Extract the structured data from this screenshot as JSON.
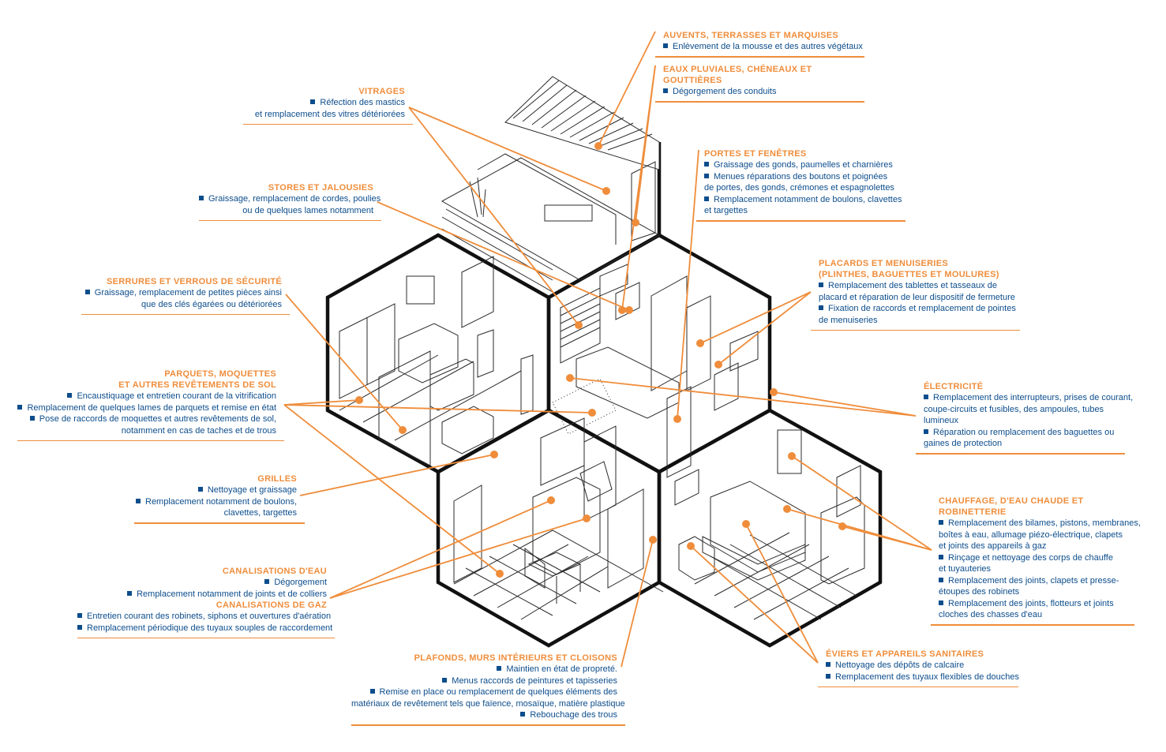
{
  "colors": {
    "accent": "#ef8d3b",
    "text": "#0c4d8c",
    "outline": "#111111",
    "line": "#2b2b2b"
  },
  "callouts": [
    {
      "id": "auvents",
      "title": "AUVENTS, TERRASSES ET MARQUISES",
      "lines": [
        {
          "t": "Enlèvement de la mousse et des autres végétaux",
          "b": true
        }
      ]
    },
    {
      "id": "eaux",
      "title": "EAUX PLUVIALES, CHÉNEAUX ET GOUTTIÈRES",
      "lines": [
        {
          "t": "Dégorgement des conduits",
          "b": true
        }
      ]
    },
    {
      "id": "vitrages",
      "title": "VITRAGES",
      "lines": [
        {
          "t": "Réfection des mastics",
          "b": true
        },
        {
          "t": "et remplacement des vitres détériorées",
          "b": false
        }
      ]
    },
    {
      "id": "portes",
      "title": "PORTES ET FENÊTRES",
      "lines": [
        {
          "t": "Graissage des gonds, paumelles et charnières",
          "b": true
        },
        {
          "t": "Menues réparations des boutons et poignées",
          "b": true
        },
        {
          "t": "de portes, des gonds, crémones et espagnolettes",
          "b": false
        },
        {
          "t": "Remplacement notamment de boulons, clavettes",
          "b": true
        },
        {
          "t": "et targettes",
          "b": false
        }
      ]
    },
    {
      "id": "stores",
      "title": "STORES ET JALOUSIES",
      "lines": [
        {
          "t": "Graissage, remplacement de cordes, poulies",
          "b": true
        },
        {
          "t": "ou de quelques lames notamment",
          "b": false
        }
      ]
    },
    {
      "id": "placards",
      "title": "PLACARDS ET MENUISERIES",
      "title2": "(PLINTHES, BAGUETTES ET MOULURES)",
      "lines": [
        {
          "t": "Remplacement des tablettes et tasseaux de",
          "b": true
        },
        {
          "t": "placard et réparation de leur dispositif de fermeture",
          "b": false
        },
        {
          "t": "Fixation de raccords et remplacement de pointes",
          "b": true
        },
        {
          "t": "de menuiseries",
          "b": false
        }
      ]
    },
    {
      "id": "serrures",
      "title": "SERRURES ET VERROUS DE SÉCURITÉ",
      "lines": [
        {
          "t": "Graissage, remplacement de petites pièces ainsi",
          "b": true
        },
        {
          "t": "que des clés égarées ou détériorées",
          "b": false
        }
      ]
    },
    {
      "id": "parquets",
      "title": "PARQUETS, MOQUETTES",
      "title2": "ET AUTRES REVÊTEMENTS DE SOL",
      "lines": [
        {
          "t": "Encaustiquage et entretien courant de la vitrification",
          "b": true
        },
        {
          "t": "Remplacement de quelques lames de parquets et remise en état",
          "b": true
        },
        {
          "t": "Pose de raccords de moquettes et autres revêtements de sol,",
          "b": true
        },
        {
          "t": "notamment en cas de taches et de trous",
          "b": false
        }
      ]
    },
    {
      "id": "electricite",
      "title": "ÉLECTRICITÉ",
      "lines": [
        {
          "t": "Remplacement des interrupteurs, prises de courant,",
          "b": true
        },
        {
          "t": "coupe-circuits et fusibles, des ampoules, tubes",
          "b": false
        },
        {
          "t": "lumineux",
          "b": false
        },
        {
          "t": "Réparation ou remplacement des baguettes ou",
          "b": true
        },
        {
          "t": "gaines de protection",
          "b": false
        }
      ]
    },
    {
      "id": "grilles",
      "title": "GRILLES",
      "lines": [
        {
          "t": "Nettoyage et graissage",
          "b": true
        },
        {
          "t": "Remplacement notamment de boulons,",
          "b": true
        },
        {
          "t": "clavettes, targettes",
          "b": false
        }
      ]
    },
    {
      "id": "chauffage",
      "title": "CHAUFFAGE, D'EAU CHAUDE ET ROBINETTERIE",
      "lines": [
        {
          "t": "Remplacement des bilames, pistons, membranes,",
          "b": true
        },
        {
          "t": "boîtes à eau, allumage piézo-électrique, clapets",
          "b": false
        },
        {
          "t": "et joints des appareils à gaz",
          "b": false
        },
        {
          "t": "Rinçage et nettoyage des corps de chauffe",
          "b": true
        },
        {
          "t": "et tuyauteries",
          "b": false
        },
        {
          "t": "Remplacement des joints, clapets et presse-",
          "b": true
        },
        {
          "t": "étoupes des robinets",
          "b": false
        },
        {
          "t": "Remplacement des joints, flotteurs et joints",
          "b": true
        },
        {
          "t": "cloches des chasses d'eau",
          "b": false
        }
      ]
    },
    {
      "id": "canalisations",
      "title": "CANALISATIONS D'EAU",
      "lines": [
        {
          "t": "Dégorgement",
          "b": true
        },
        {
          "t": "Remplacement notamment de joints et de colliers",
          "b": true
        }
      ],
      "title_b": "CANALISATIONS DE GAZ",
      "lines_b": [
        {
          "t": "Entretien courant des robinets, siphons et ouvertures d'aération",
          "b": true
        },
        {
          "t": "Remplacement périodique des tuyaux souples de raccordement",
          "b": true
        }
      ]
    },
    {
      "id": "plafonds",
      "title": "PLAFONDS, MURS INTÉRIEURS ET CLOISONS",
      "lines": [
        {
          "t": "Maintien en état de propreté.",
          "b": true
        },
        {
          "t": "Menus raccords de peintures et tapisseries",
          "b": true
        },
        {
          "t": "Remise en place ou remplacement de quelques éléments des",
          "b": true
        },
        {
          "t": "matériaux de revêtement tels que faïence, mosaïque, matière plastique",
          "b": false
        },
        {
          "t": "Rebouchage des trous",
          "b": true
        }
      ]
    },
    {
      "id": "eviers",
      "title": "ÉVIERS ET APPAREILS SANITAIRES",
      "lines": [
        {
          "t": "Nettoyage des dépôts de calcaire",
          "b": true
        },
        {
          "t": "Remplacement des tuyaux flexibles de douches",
          "b": true
        }
      ]
    }
  ]
}
